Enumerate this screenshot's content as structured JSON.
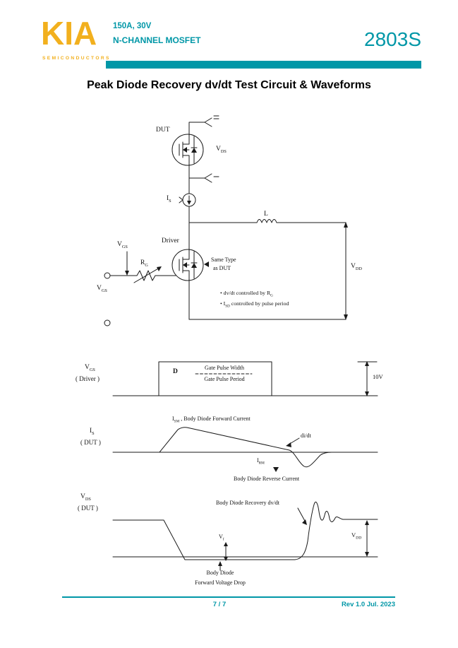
{
  "colors": {
    "teal": "#0097A7",
    "logo_yellow": "#F2B01E",
    "ink": "#1a1a1a"
  },
  "header": {
    "logo": "KIA",
    "logo_subtitle": "SEMICONDUCTORS",
    "rating_line": "150A, 30V",
    "device_line": "N-CHANNEL MOSFET",
    "part_number": "2803S"
  },
  "title": "Peak Diode Recovery dv/dt Test Circuit & Waveforms",
  "circuit": {
    "dut_label": "DUT",
    "driver_label": "Driver",
    "same_type_line1": "Same Type",
    "same_type_line2": "as DUT",
    "vds": {
      "base": "V",
      "sub": "DS"
    },
    "is": {
      "base": "I",
      "sub": "S"
    },
    "inductor": "L",
    "vgs_node": {
      "base": "V",
      "sub": "GS"
    },
    "rg": {
      "base": "R",
      "sub": "G"
    },
    "vgs_input": {
      "base": "V",
      "sub": "GS"
    },
    "vdd": {
      "base": "V",
      "sub": "DD"
    },
    "note1": {
      "pre": "• dv/dt controlled by R",
      "sub": "G",
      "post": ""
    },
    "note2": {
      "pre": "• I",
      "sub": "SD",
      "post": " controlled by pulse period"
    }
  },
  "waveforms": {
    "gate_panel": {
      "axis": {
        "base": "V",
        "sub": "GS"
      },
      "axis_sub": "( Driver )",
      "duty_symbol": "D",
      "fraction_top": "Gate Pulse Width",
      "fraction_bottom": "Gate Pulse Period",
      "amplitude": "10V"
    },
    "current_panel": {
      "axis": {
        "base": "I",
        "sub": "S"
      },
      "axis_sub": "( DUT )",
      "forward": {
        "pre": "I",
        "sub": "SM",
        "post": " , Body Diode Forward Current"
      },
      "didt": "di/dt",
      "irm": {
        "base": "I",
        "sub": "RM"
      },
      "reverse": "Body Diode Reverse Current"
    },
    "voltage_panel": {
      "axis": {
        "base": "V",
        "sub": "DS"
      },
      "axis_sub": "( DUT )",
      "recovery": "Body Diode Recovery dv/dt",
      "vf": {
        "base": "V",
        "sub": "f"
      },
      "vdd": {
        "base": "V",
        "sub": "DD"
      },
      "drop_line1": "Body Diode",
      "drop_line2": "Forward Voltage Drop"
    }
  },
  "footer": {
    "page_number": "7 / 7",
    "revision": "Rev 1.0 Jul. 2023"
  }
}
